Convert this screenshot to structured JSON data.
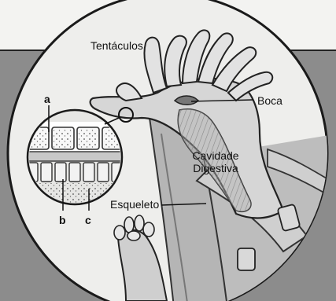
{
  "labels": {
    "tentacles": "Tentáculos",
    "mouth": "Boca",
    "cavity_line1": "Cavidade",
    "cavity_line2": "Digestiva",
    "skeleton": "Esqueleto",
    "a": "a",
    "b": "b",
    "c": "c"
  }
}
